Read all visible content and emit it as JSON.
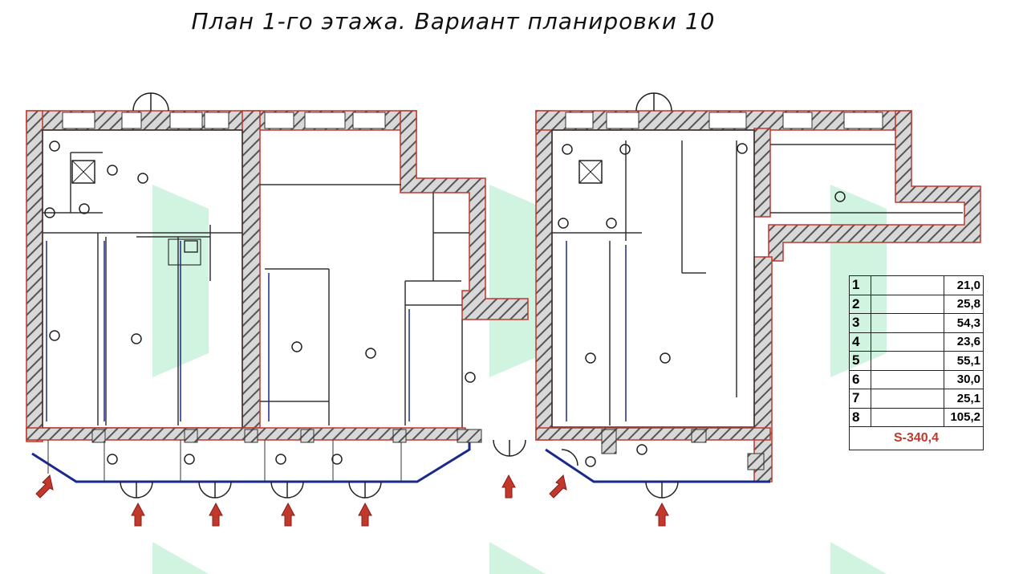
{
  "title": "План 1-го этажа. Вариант планировки 10",
  "legend": {
    "rows": [
      {
        "num": "1",
        "area": "21,0"
      },
      {
        "num": "2",
        "area": "25,8"
      },
      {
        "num": "3",
        "area": "54,3"
      },
      {
        "num": "4",
        "area": "23,6"
      },
      {
        "num": "5",
        "area": "55,1"
      },
      {
        "num": "6",
        "area": "30,0"
      },
      {
        "num": "7",
        "area": "25,1"
      },
      {
        "num": "8",
        "area": "105,2"
      }
    ],
    "total": "S-340,4"
  },
  "colors": {
    "wall": "#7a7a7a",
    "wall_outline": "#c0392b",
    "arrow": "#c0392b",
    "partition": "#1a2a8a",
    "watermark": "#2ecc71"
  }
}
